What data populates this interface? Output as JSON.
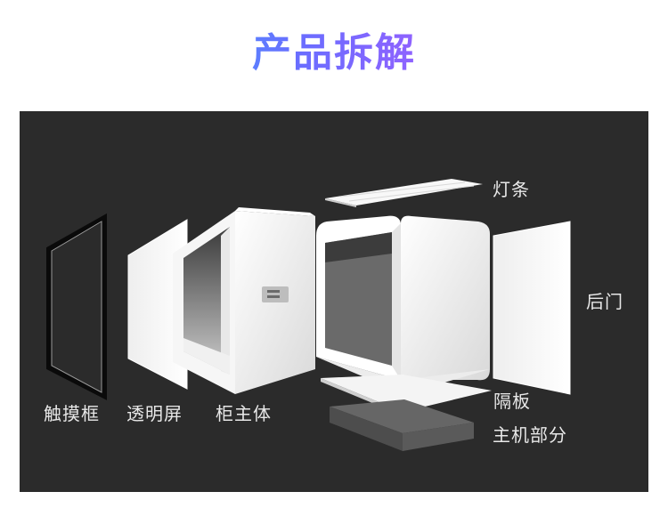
{
  "header": {
    "title": "产品拆解"
  },
  "labels": {
    "touch_frame": "触摸框",
    "transparent_screen": "透明屏",
    "cabinet_body": "柜主体",
    "light_strip": "灯条",
    "back_door": "后门",
    "partition": "隔板",
    "host_part": "主机部分"
  },
  "colors": {
    "background": "#2b2b2b",
    "parts": "#f2f2f2",
    "host": "#5a5a5a"
  }
}
